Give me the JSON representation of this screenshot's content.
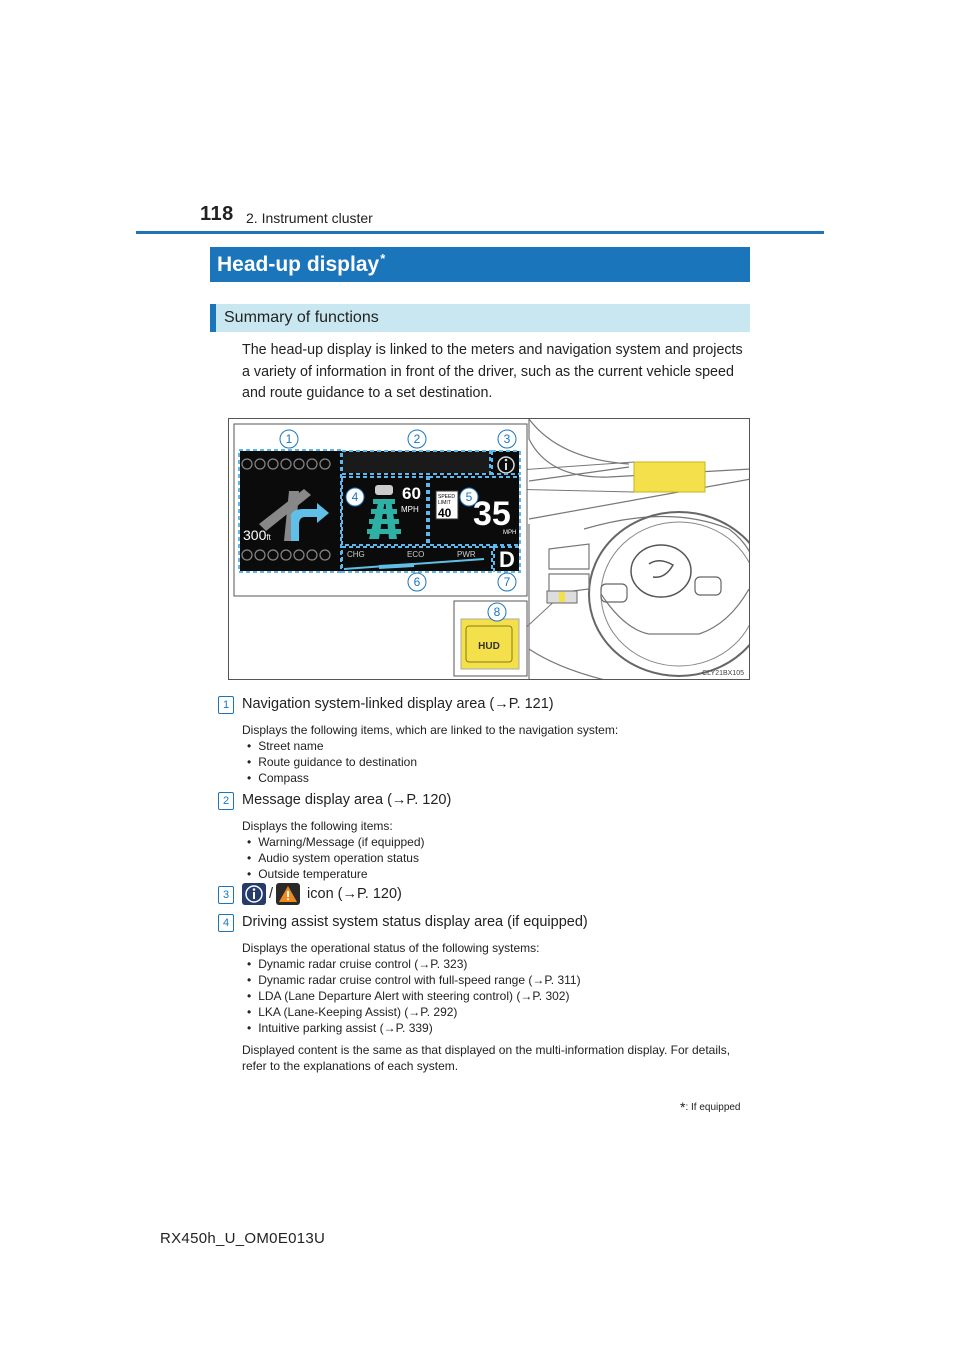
{
  "header": {
    "page_number": "118",
    "chapter": "2. Instrument cluster"
  },
  "section": {
    "title": "Head-up display",
    "marker": "*"
  },
  "subsection": {
    "title": "Summary of functions"
  },
  "intro": "The head-up display is linked to the meters and navigation system and projects a variety of information in front of the driver, such as the current vehicle speed and route guidance to a set destination.",
  "figure": {
    "callouts": [
      "1",
      "2",
      "3",
      "4",
      "5",
      "6",
      "7",
      "8"
    ],
    "distance_value": "300",
    "distance_unit": "ft",
    "set_speed": "60",
    "set_speed_unit": "MPH",
    "speed_limit_label_1": "SPEED",
    "speed_limit_label_2": "LIMIT",
    "speed_limit_value": "40",
    "current_speed": "35",
    "current_speed_unit": "MPH",
    "gear": "D",
    "power_labels": [
      "CHG",
      "ECO",
      "PWR"
    ],
    "hud_button": "HUD",
    "figure_code": "CLY21BX105",
    "colors": {
      "accent": "#1b75bb",
      "callout_dashed": "#5fb6e8",
      "hud_yellow": "#f3e04a"
    }
  },
  "items": [
    {
      "num": "1",
      "title": "Navigation system-linked display area (→P. 121)",
      "desc": "Displays the following items, which are linked to the navigation system:",
      "bullets": [
        "Street name",
        "Route guidance to destination",
        "Compass"
      ]
    },
    {
      "num": "2",
      "title": "Message display area (→P. 120)",
      "desc": "Displays the following items:",
      "bullets": [
        "Warning/Message (if equipped)",
        "Audio system operation status",
        "Outside temperature"
      ]
    },
    {
      "num": "3",
      "separator": "/",
      "title": "icon (→P. 120)",
      "icons": [
        "info-icon",
        "warning-icon"
      ]
    },
    {
      "num": "4",
      "title": "Driving assist system status display area (if equipped)",
      "desc": "Displays the operational status of the following systems:",
      "bullets": [
        "Dynamic radar cruise control (→P. 323)",
        "Dynamic radar cruise control with full-speed range (→P. 311)",
        "LDA (Lane Departure Alert with steering control) (→P. 302)",
        "LKA (Lane-Keeping Assist) (→P. 292)",
        "Intuitive parking assist (→P. 339)"
      ],
      "note": "Displayed content is the same as that displayed on the multi-information display. For details, refer to the explanations of each system."
    }
  ],
  "footnote": {
    "marker": "*",
    "text": ": If equipped"
  },
  "footer": {
    "code": "RX450h_U_OM0E013U"
  }
}
